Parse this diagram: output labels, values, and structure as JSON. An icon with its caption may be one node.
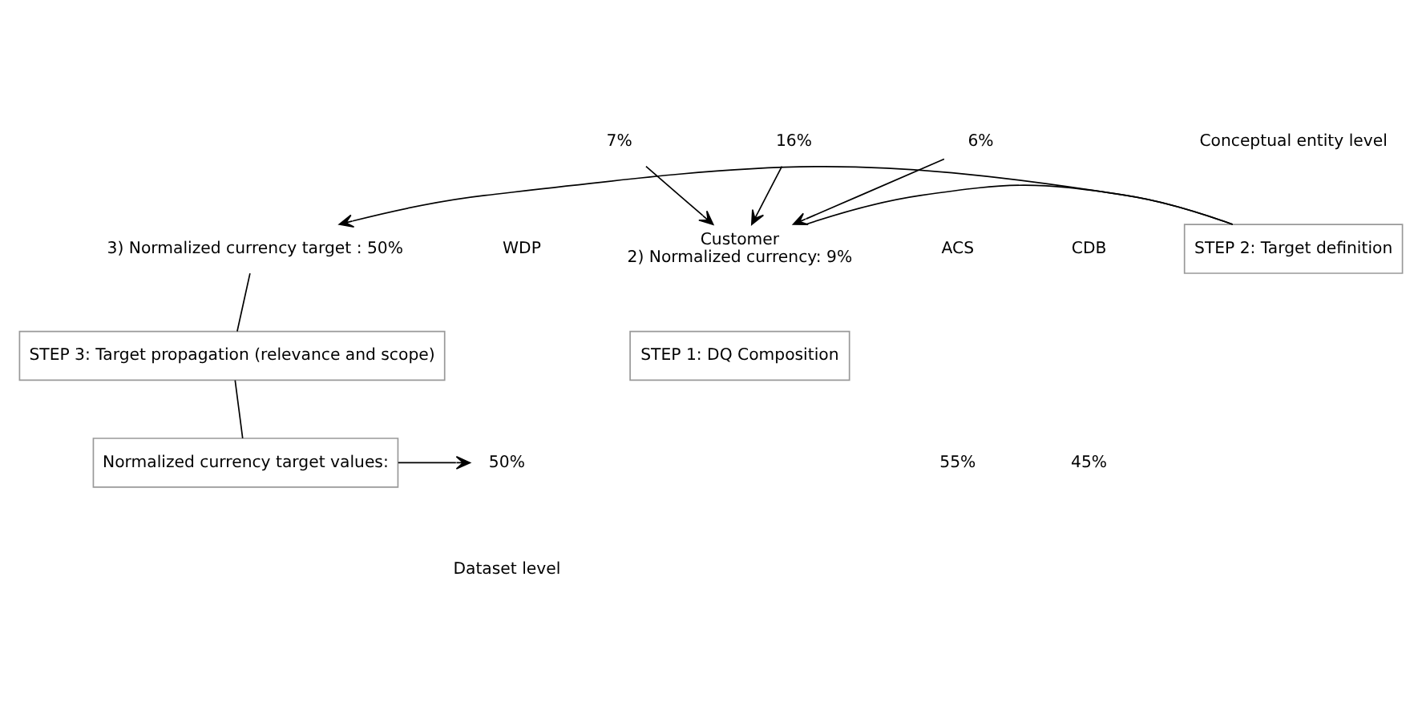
{
  "diagram": {
    "nodes": [
      {
        "text": [
          "3) Normalized currency target : 50%"
        ]
      },
      {
        "text": [
          "STEP 2: Target definition"
        ]
      },
      {
        "text": [
          "Customer",
          "2) Normalized currency: 9%"
        ]
      },
      {
        "text": [
          "STEP 1: DQ Composition"
        ]
      },
      {
        "text": [
          "7%"
        ]
      },
      {
        "text": [
          "16%"
        ]
      },
      {
        "text": [
          "6%"
        ]
      },
      {
        "text": [
          "STEP 3: Target propagation (relevance and scope)"
        ]
      },
      {
        "text": [
          "Normalized currency target values:"
        ]
      },
      {
        "text": [
          "50%"
        ]
      }
    ],
    "edges": [
      {
        "from": 2,
        "to": 1,
        "arrow": "none"
      },
      {
        "from": 1,
        "to": 0,
        "arrow": "to"
      },
      {
        "from": 4,
        "to": 2,
        "arrow": "to"
      },
      {
        "from": 5,
        "to": 2,
        "arrow": "to"
      },
      {
        "from": 6,
        "to": 2,
        "arrow": "to"
      },
      {
        "from": 0,
        "to": 7,
        "arrow": "none"
      },
      {
        "from": 7,
        "to": 8,
        "arrow": "none"
      },
      {
        "from": 8,
        "to": 9,
        "arrow": "to"
      }
    ],
    "labels": [
      "Conceptual entity level",
      "WDP",
      "ACS",
      "CDB",
      "55%",
      "45%",
      "Dataset level"
    ]
  }
}
